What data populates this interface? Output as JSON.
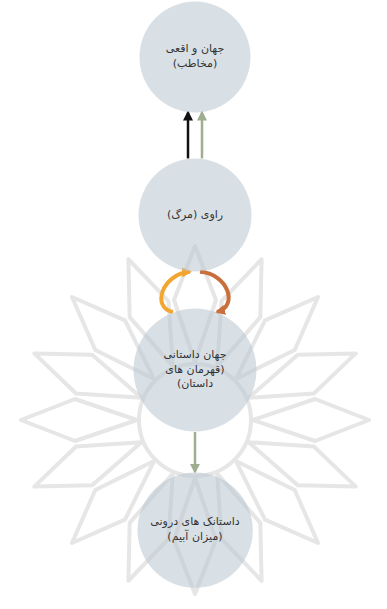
{
  "diagram": {
    "nodes": [
      {
        "text": [
          "جهان و اقعی (مخاطب)"
        ]
      },
      {
        "text": [
          "راوی (مرگ)"
        ]
      },
      {
        "text": [
          "جهان داستانی (قهرمان های داستان)"
        ]
      },
      {
        "text": [
          "داستانک های درونی (میزان آبیم)"
        ]
      }
    ],
    "edges": [
      {
        "from": 1,
        "to": 0,
        "arrow": "to"
      },
      {
        "from": 1,
        "to": 0,
        "arrow": "to"
      },
      {
        "from": 2,
        "to": 1,
        "arrow": "to"
      },
      {
        "from": 1,
        "to": 2,
        "arrow": "to"
      },
      {
        "from": 2,
        "to": 3,
        "arrow": "to"
      }
    ]
  }
}
